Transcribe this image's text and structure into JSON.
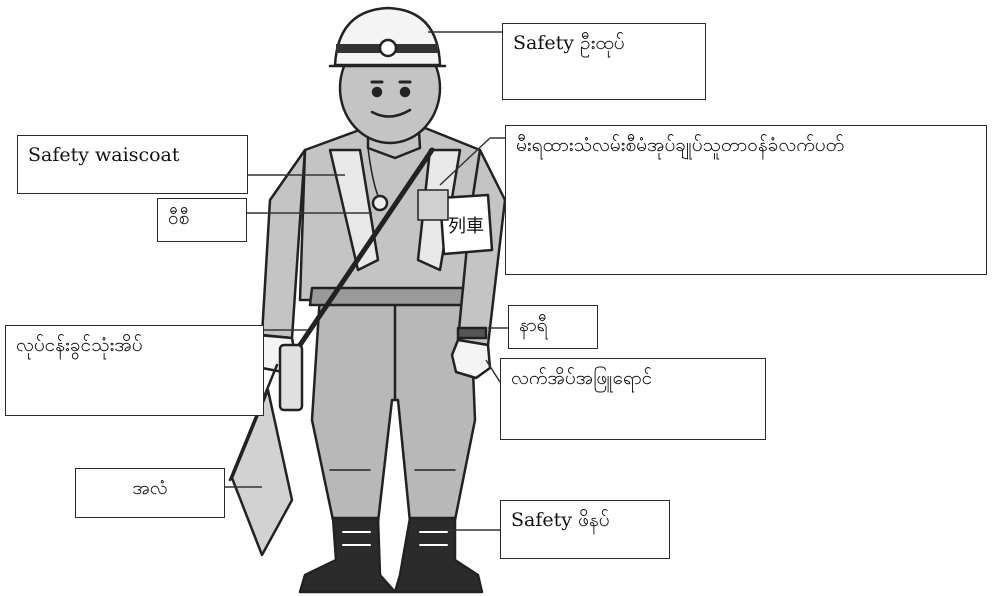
{
  "labels": {
    "helmet": "Safety ဦးထုပ်",
    "waistcoat": "Safety waiscoat",
    "armband": "မီးရထားသံလမ်းစီမံအုပ်ချုပ်သူတာဝန်ခံလက်ပတ်",
    "whistle": "ဝီစီ",
    "shoulder_bag": "လုပ်ငန်းခွင်သုံးအိပ်",
    "watch": "နာရီ",
    "gloves": "လက်အိပ်အဖြူရောင်",
    "flag": "အလံ",
    "boots": "Safety ဖိနပ်"
  },
  "armband_text": "列車",
  "colors": {
    "outline": "#222222",
    "uniform": "#b8b8b8",
    "uniform_dark": "#9a9a9a",
    "flag": "#d2d2d2",
    "skin": "#c4c4c4"
  }
}
